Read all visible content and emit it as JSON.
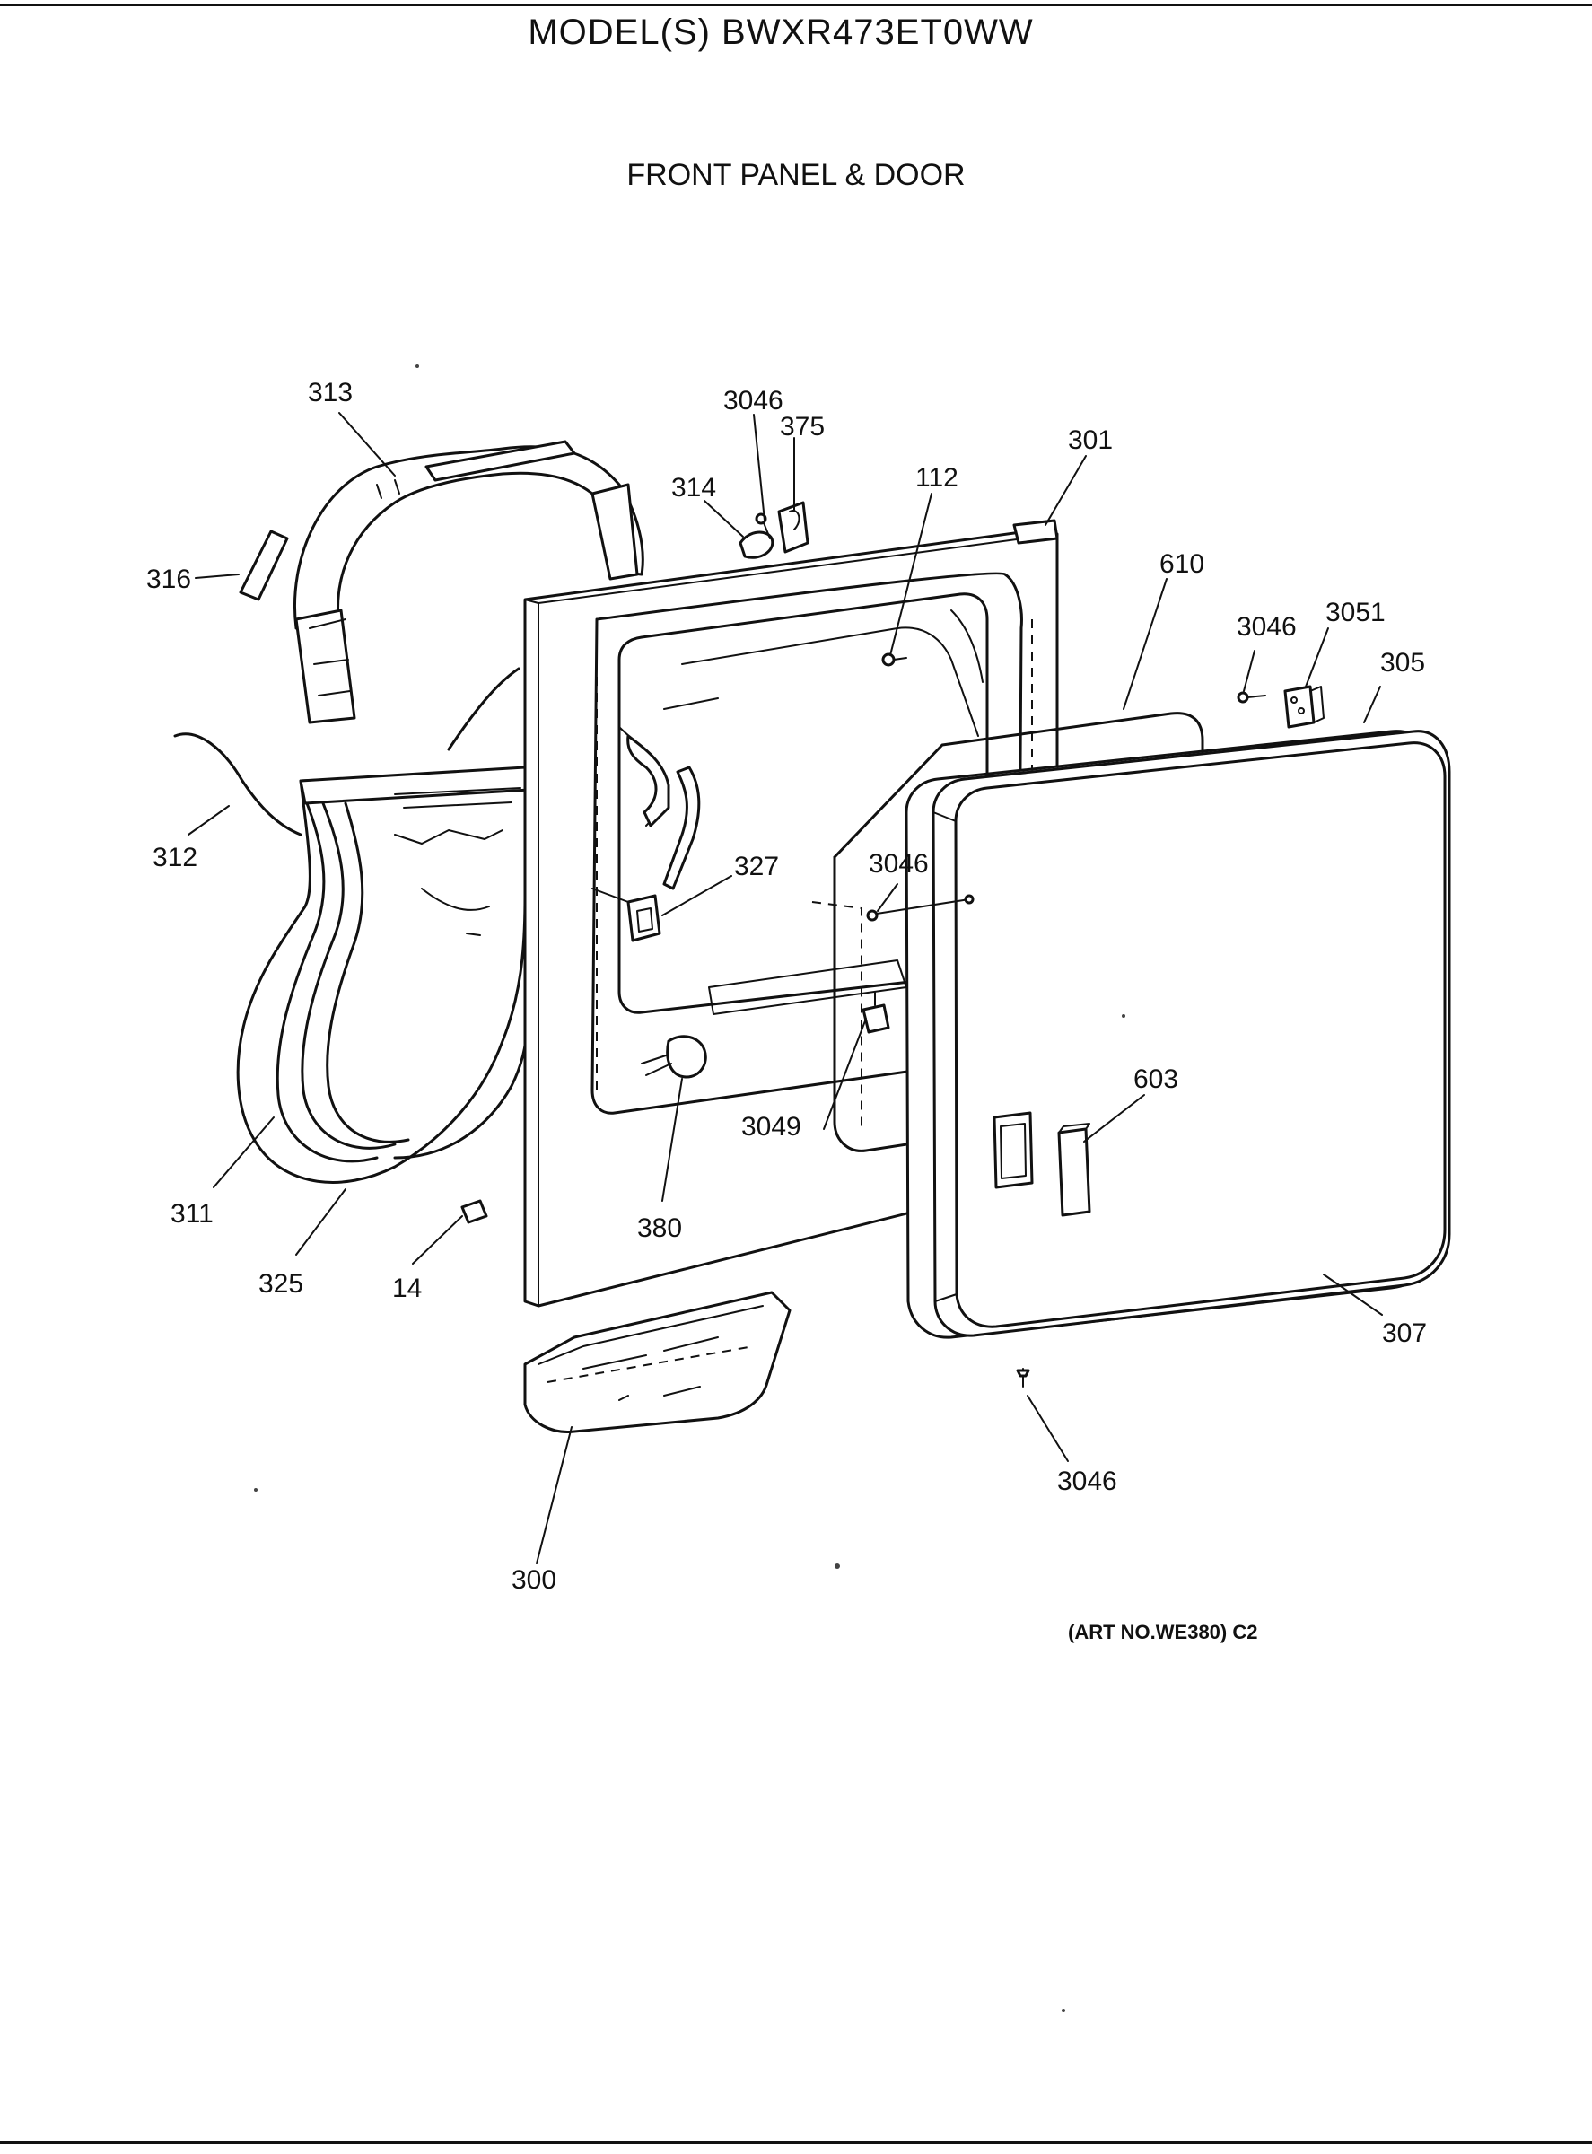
{
  "header": {
    "model": "MODEL(S) BWXR473ET0WW",
    "section_title": "FRONT PANEL & DOOR"
  },
  "footer": {
    "art_number": "(ART NO.WE380) C2"
  },
  "callouts": [
    {
      "id": "c313",
      "label": "313"
    },
    {
      "id": "c316",
      "label": "316"
    },
    {
      "id": "c312",
      "label": "312"
    },
    {
      "id": "c311",
      "label": "311"
    },
    {
      "id": "c325",
      "label": "325"
    },
    {
      "id": "c14",
      "label": "14"
    },
    {
      "id": "c3046a",
      "label": "3046"
    },
    {
      "id": "c375",
      "label": "375"
    },
    {
      "id": "c314",
      "label": "314"
    },
    {
      "id": "c112",
      "label": "112"
    },
    {
      "id": "c301",
      "label": "301"
    },
    {
      "id": "c327",
      "label": "327"
    },
    {
      "id": "c380",
      "label": "380"
    },
    {
      "id": "c300",
      "label": "300"
    },
    {
      "id": "c610",
      "label": "610"
    },
    {
      "id": "c3046b",
      "label": "3046"
    },
    {
      "id": "c3051",
      "label": "3051"
    },
    {
      "id": "c305",
      "label": "305"
    },
    {
      "id": "c3046c",
      "label": "3046"
    },
    {
      "id": "c3049",
      "label": "3049"
    },
    {
      "id": "c603",
      "label": "603"
    },
    {
      "id": "c307",
      "label": "307"
    },
    {
      "id": "c3046d",
      "label": "3046"
    }
  ]
}
